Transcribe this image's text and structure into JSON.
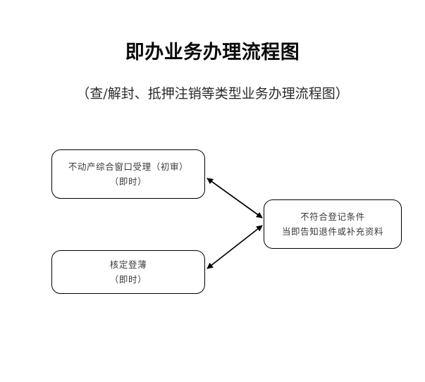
{
  "page": {
    "title": "即办业务办理流程图",
    "subtitle": "（查/解封、抵押注销等类型业务办理流程图）",
    "background_color": "#ffffff",
    "line_color": "#000000",
    "text_color": "#3a3a3a"
  },
  "nodes": [
    {
      "id": "intake",
      "line1": "不动产综合窗口受理（初审）",
      "line2": "（即时）"
    },
    {
      "id": "reject",
      "line1": "不符合登记条件",
      "line2": "当即告知退件或补充资料"
    },
    {
      "id": "approve",
      "line1": "核定登薄",
      "line2": "（即时）"
    }
  ],
  "connectors": [
    {
      "id": "intake-reject",
      "from": "intake",
      "to": "reject",
      "style": "double-arrow"
    },
    {
      "id": "approve-reject",
      "from": "approve",
      "to": "reject",
      "style": "double-arrow"
    }
  ]
}
